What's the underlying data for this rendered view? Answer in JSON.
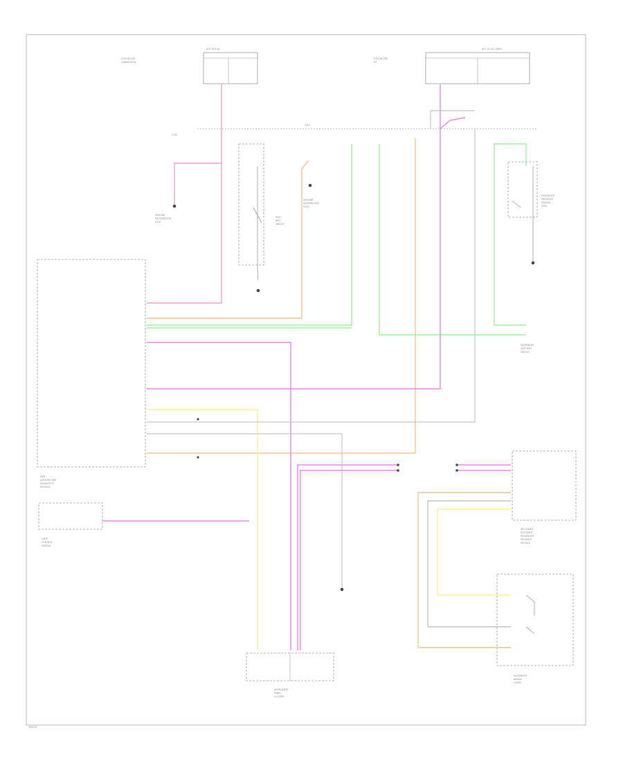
{
  "diagram": {
    "footer_code": "W1234",
    "colors": {
      "frame": "#b8b8b8",
      "dashed": "#bcbcbc",
      "gray_wire": "#c4c4c4",
      "pink": "#f4a0c0",
      "red_pink": "#ff8aa8",
      "magenta": "#f07ff0",
      "orange": "#ffc28a",
      "green": "#9ef29e",
      "yellow": "#f7f29a",
      "tan": "#e8c98a",
      "connector": "#444444"
    },
    "labels": {
      "fuse_block_top_left": [
        "HOT IN RUN",
        "FUSE BLOCK",
        "UNDERHOOD"
      ],
      "fuse_block_top_right": [
        "HOT AT ALL TIMES",
        "FUSE BLOCK",
        "I/P"
      ],
      "splice_left": [
        "S100"
      ],
      "bus_bar": "S201",
      "ground_left": [
        "GROUND",
        "DISTRIBUTION",
        "G100"
      ],
      "ground_mid": [
        "GROUND",
        "DISTRIBUTION",
        "G200"
      ],
      "switch_mid": [
        "SEAT",
        "BELT",
        "SWITCH"
      ],
      "switch_right": [
        "PASSENGER",
        "PRESENCE",
        "SENSOR",
        "(PPS)"
      ],
      "inflator_module_right": [
        "PASSENGER",
        "SEAT BELT",
        "SWITCH"
      ],
      "module_main": [
        "SDM",
        "(SENSING AND",
        "DIAGNOSTIC",
        "MODULE)"
      ],
      "module_right_bottom": [
        "INFLATABLE",
        "RESTRAINT",
        "PASSENGER",
        "PRESENCE",
        "MODULE"
      ],
      "lamp_module_left": [
        "LAMP",
        "CONTROL",
        "MODULE"
      ],
      "instrument_cluster": [
        "INSTRUMENT",
        "PANEL",
        "CLUSTER"
      ],
      "passenger_lamp_module": [
        "PASSENGER",
        "AIRBAG",
        "LAMPS"
      ]
    }
  }
}
